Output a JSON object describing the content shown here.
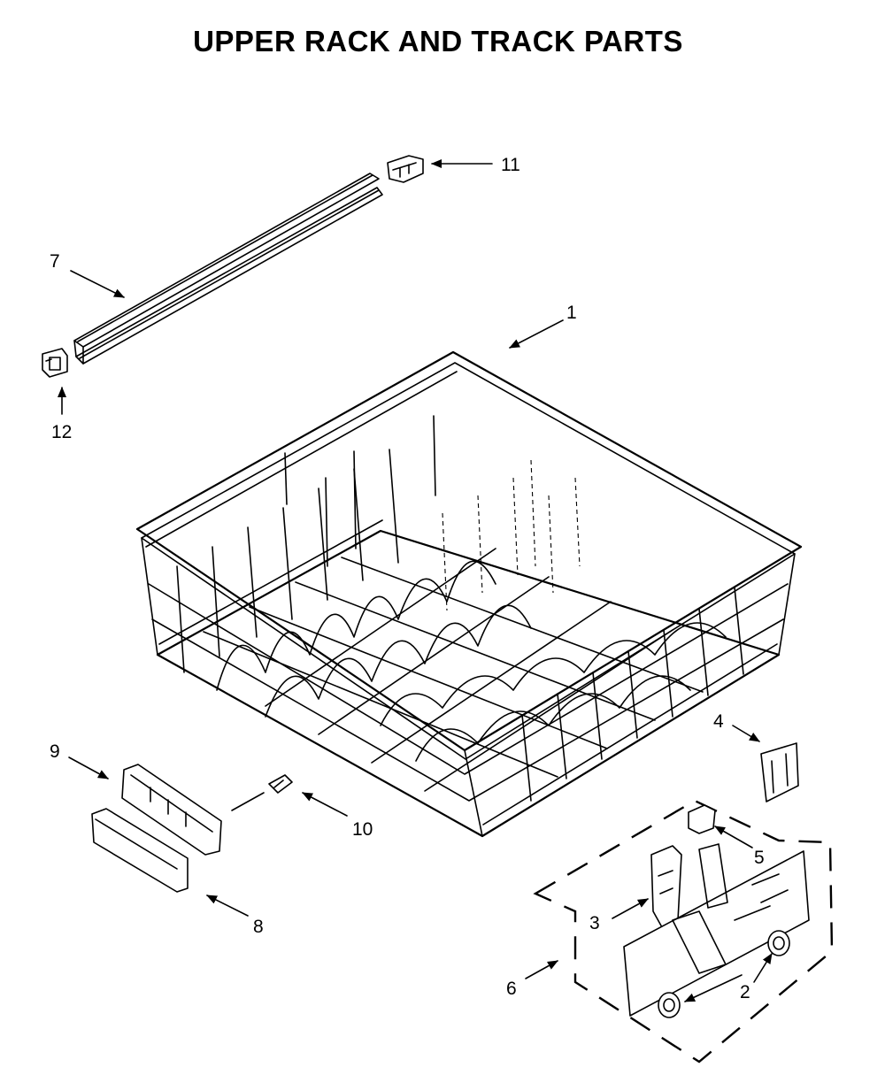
{
  "title": "UPPER RACK AND TRACK PARTS",
  "callouts": [
    {
      "id": "1",
      "label": "1",
      "part": "upper-dishrack"
    },
    {
      "id": "2",
      "label": "2",
      "part": "rack-wheel"
    },
    {
      "id": "3",
      "label": "3",
      "part": "rack-adjuster-arm"
    },
    {
      "id": "4",
      "label": "4",
      "part": "adjuster-clip"
    },
    {
      "id": "5",
      "label": "5",
      "part": "adjuster-button"
    },
    {
      "id": "6",
      "label": "6",
      "part": "rack-adjuster-kit"
    },
    {
      "id": "7",
      "label": "7",
      "part": "rack-track"
    },
    {
      "id": "8",
      "label": "8",
      "part": "track-end-cap"
    },
    {
      "id": "9",
      "label": "9",
      "part": "track-mount-bracket"
    },
    {
      "id": "10",
      "label": "10",
      "part": "screw"
    },
    {
      "id": "11",
      "label": "11",
      "part": "track-stop-rear"
    },
    {
      "id": "12",
      "label": "12",
      "part": "track-stop-front"
    }
  ]
}
